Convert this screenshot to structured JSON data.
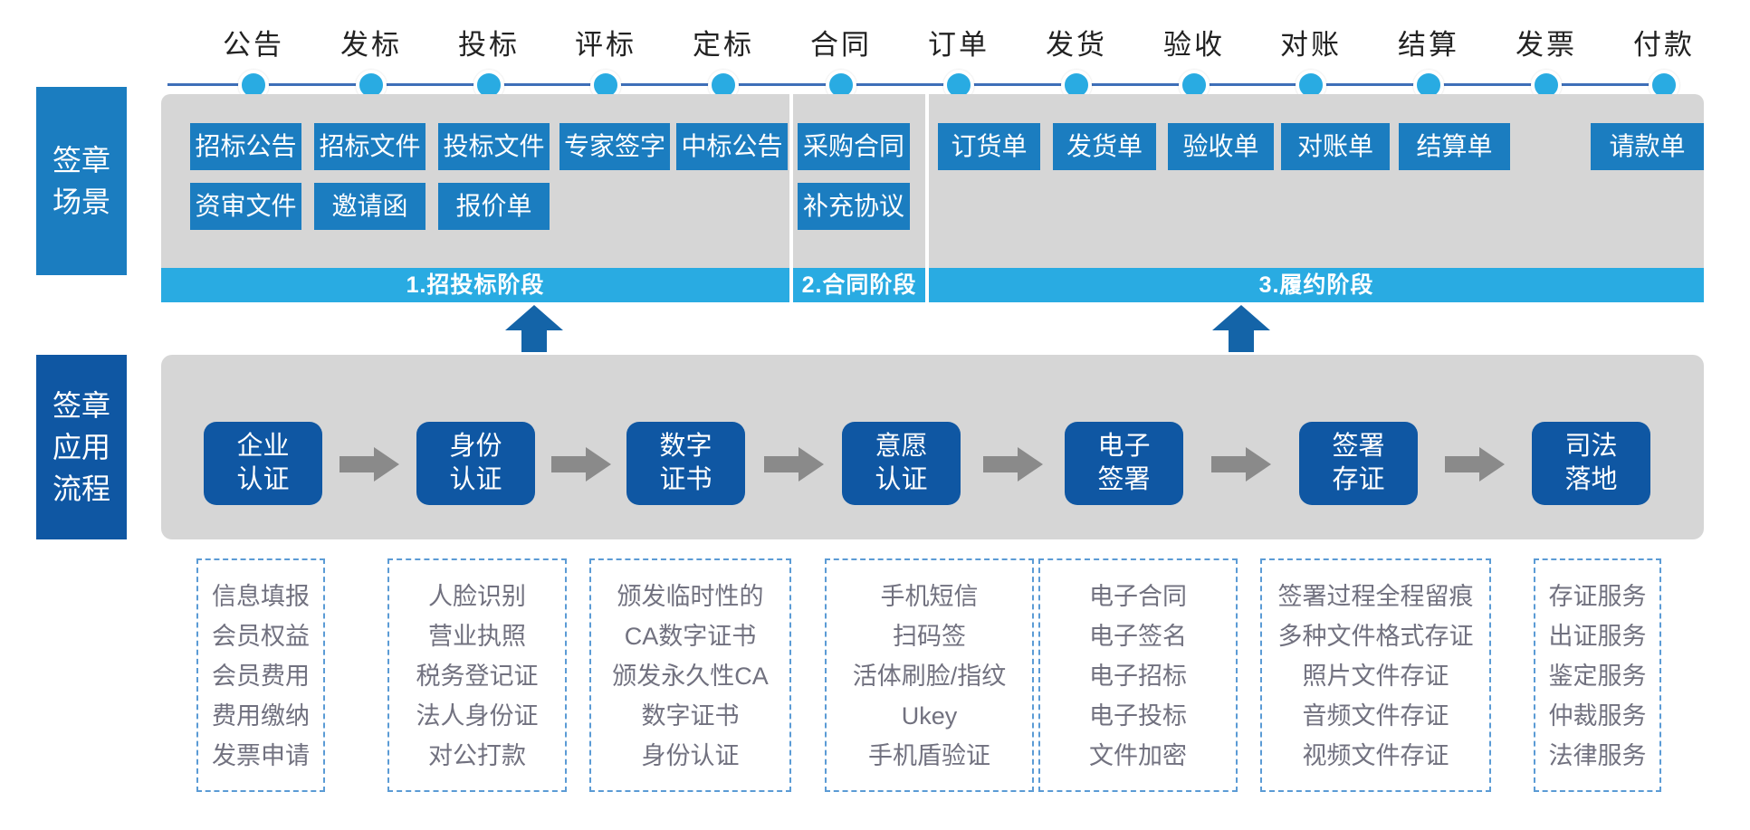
{
  "colors": {
    "accent_blue": "#1B7DC0",
    "accent_dark_blue": "#0F57A3",
    "light_blue": "#29ABE2",
    "panel_grey": "#D6D6D6",
    "arrow_grey": "#8A8A8A",
    "dashed_border_blue": "#5B9BD5",
    "detail_text_grey": "#71717F",
    "timeline_line_blue": "#3E6FB8"
  },
  "timeline": {
    "stages": [
      "公告",
      "发标",
      "投标",
      "评标",
      "定标",
      "合同",
      "订单",
      "发货",
      "验收",
      "对账",
      "结算",
      "发票",
      "付款"
    ]
  },
  "scenes": {
    "sidebar_label": [
      "签章",
      "场景"
    ],
    "phase1": {
      "bar": "1.招投标阶段",
      "row1": [
        "招标公告",
        "招标文件",
        "投标文件",
        "专家签字",
        "中标公告"
      ],
      "row2": [
        "资审文件",
        "邀请函",
        "报价单"
      ]
    },
    "phase2": {
      "bar": "2.合同阶段",
      "row1": [
        "采购合同"
      ],
      "row2": [
        "补充协议"
      ]
    },
    "phase3": {
      "bar": "3.履约阶段",
      "row1": [
        "订货单",
        "发货单",
        "验收单",
        "对账单",
        "结算单",
        "请款单"
      ]
    }
  },
  "process": {
    "sidebar_label": [
      "签章",
      "应用",
      "流程"
    ],
    "steps": [
      [
        "企业",
        "认证"
      ],
      [
        "身份",
        "认证"
      ],
      [
        "数字",
        "证书"
      ],
      [
        "意愿",
        "认证"
      ],
      [
        "电子",
        "签署"
      ],
      [
        "签署",
        "存证"
      ],
      [
        "司法",
        "落地"
      ]
    ],
    "details": [
      [
        "信息填报",
        "会员权益",
        "会员费用",
        "费用缴纳",
        "发票申请"
      ],
      [
        "人脸识别",
        "营业执照",
        "税务登记证",
        "法人身份证",
        "对公打款"
      ],
      [
        "颁发临时性的",
        "CA数字证书",
        "颁发永久性CA",
        "数字证书",
        "身份认证"
      ],
      [
        "手机短信",
        "扫码签",
        "活体刷脸/指纹",
        "Ukey",
        "手机盾验证"
      ],
      [
        "电子合同",
        "电子签名",
        "电子招标",
        "电子投标",
        "文件加密"
      ],
      [
        "签署过程全程留痕",
        "多种文件格式存证",
        "照片文件存证",
        "音频文件存证",
        "视频文件存证"
      ],
      [
        "存证服务",
        "出证服务",
        "鉴定服务",
        "仲裁服务",
        "法律服务"
      ]
    ]
  }
}
